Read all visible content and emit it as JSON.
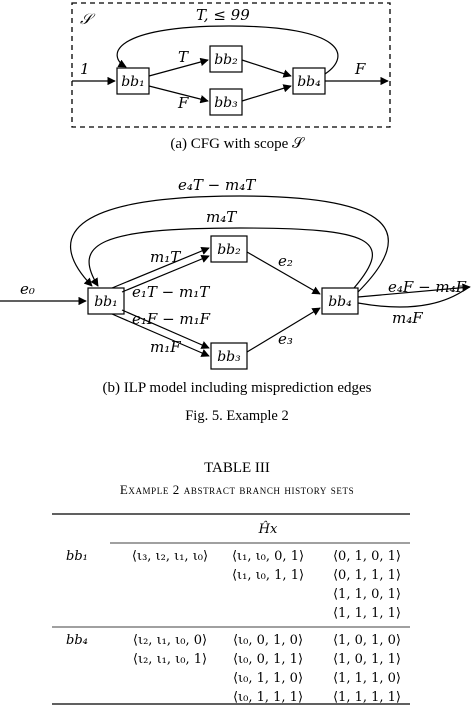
{
  "figure_a": {
    "scope_label": "𝒮",
    "nodes": {
      "bb1": "bb₁",
      "bb2": "bb₂",
      "bb3": "bb₃",
      "bb4": "bb₄"
    },
    "edges": {
      "entry": "1",
      "t": "T",
      "f": "F",
      "loop": "T, ≤ 99",
      "exit": "F"
    },
    "caption": "(a) CFG with scope 𝒮"
  },
  "figure_b": {
    "nodes": {
      "bb1": "bb₁",
      "bb2": "bb₂",
      "bb3": "bb₃",
      "bb4": "bb₄"
    },
    "edges": {
      "e0": "e₀",
      "loop_outer": "e₄T − m₄T",
      "loop_inner": "m₄T",
      "m1t": "m₁T",
      "e1t": "e₁T − m₁T",
      "e1f": "e₁F − m₁F",
      "m1f": "m₁F",
      "e2": "e₂",
      "e3": "e₃",
      "e4f": "e₄F − m₄F",
      "m4f": "m₄F"
    },
    "caption": "(b) ILP model including misprediction edges"
  },
  "fig_caption": "Fig. 5.  Example 2",
  "table": {
    "title": "TABLE III",
    "subtitle": "Example 2 abstract branch history sets",
    "header": "Ĥx",
    "rows": [
      {
        "label": "bb₁",
        "col1": [
          "⟨ι₃, ι₂, ι₁, ι₀⟩"
        ],
        "col2": [
          "⟨ι₁, ι₀, 0, 1⟩",
          "⟨ι₁, ι₀, 1, 1⟩"
        ],
        "col3": [
          "⟨0, 1, 0, 1⟩",
          "⟨0, 1, 1, 1⟩",
          "⟨1, 1, 0, 1⟩",
          "⟨1, 1, 1, 1⟩"
        ]
      },
      {
        "label": "bb₄",
        "col1": [
          "⟨ι₂, ι₁, ι₀, 0⟩",
          "⟨ι₂, ι₁, ι₀, 1⟩"
        ],
        "col2": [
          "⟨ι₀, 0, 1, 0⟩",
          "⟨ι₀, 0, 1, 1⟩",
          "⟨ι₀, 1, 1, 0⟩",
          "⟨ι₀, 1, 1, 1⟩"
        ],
        "col3": [
          "⟨1, 0, 1, 0⟩",
          "⟨1, 0, 1, 1⟩",
          "⟨1, 1, 1, 0⟩",
          "⟨1, 1, 1, 1⟩"
        ]
      }
    ]
  }
}
